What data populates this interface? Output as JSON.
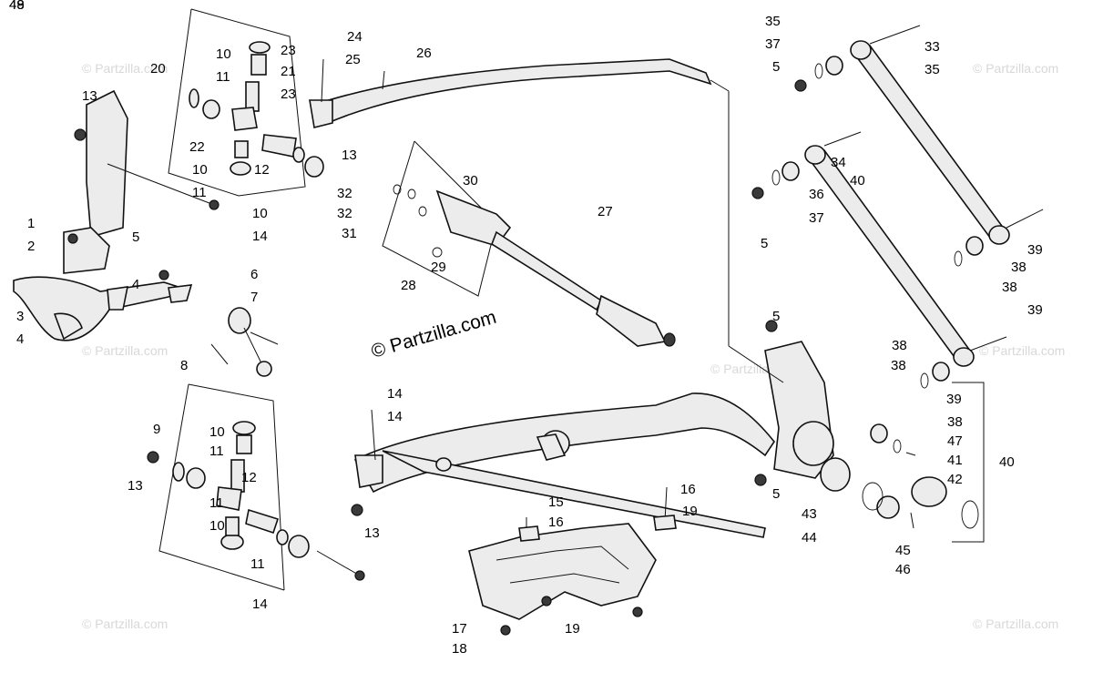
{
  "diagram": {
    "brand_mark": "© Partzilla.com",
    "watermark_text": "© Partzilla.com",
    "callouts": [
      "1",
      "2",
      "3",
      "4",
      "4",
      "5",
      "5",
      "5",
      "5",
      "5",
      "6",
      "7",
      "8",
      "9",
      "10",
      "10",
      "10",
      "10",
      "10",
      "11",
      "11",
      "11",
      "11",
      "11",
      "12",
      "12",
      "13",
      "13",
      "13",
      "13",
      "14",
      "14",
      "14",
      "14",
      "15",
      "16",
      "16",
      "17",
      "18",
      "19",
      "19",
      "20",
      "21",
      "22",
      "23",
      "23",
      "24",
      "25",
      "26",
      "27",
      "28",
      "29",
      "30",
      "31",
      "32",
      "32",
      "33",
      "34",
      "35",
      "35",
      "36",
      "37",
      "37",
      "38",
      "38",
      "38",
      "38",
      "38",
      "39",
      "39",
      "39",
      "40",
      "40",
      "41",
      "42",
      "43",
      "44",
      "45",
      "46",
      "47",
      "48",
      "49"
    ]
  }
}
